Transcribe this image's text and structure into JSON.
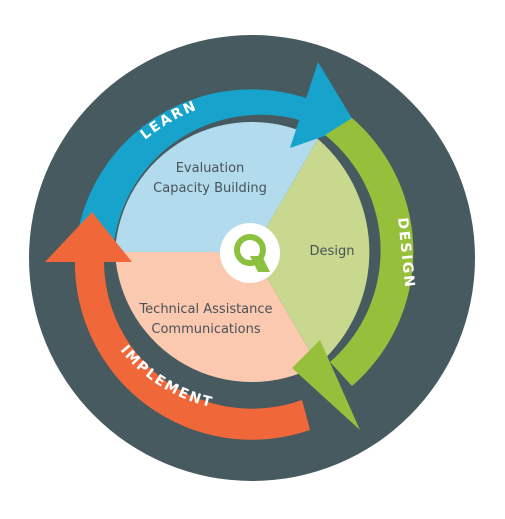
{
  "colors": {
    "outer_ring": "#465a60",
    "learn": "#17a3cb",
    "design": "#96bf3c",
    "implement": "#f0683a",
    "evaluation_fill": "#b2dcee",
    "design_fill": "#c8d88e",
    "implement_fill": "#fbc8b0",
    "logo": "#8cc13f"
  },
  "arcs": {
    "learn": "LEARN",
    "design": "DESIGN",
    "implement": "IMPLEMENT"
  },
  "segments": {
    "evaluation_line1": "Evaluation",
    "evaluation_line2": "Capacity Building",
    "design": "Design",
    "implement_line1": "Technical Assistance",
    "implement_line2": "Communications"
  },
  "logo": {
    "icon": "q-logo-icon"
  }
}
